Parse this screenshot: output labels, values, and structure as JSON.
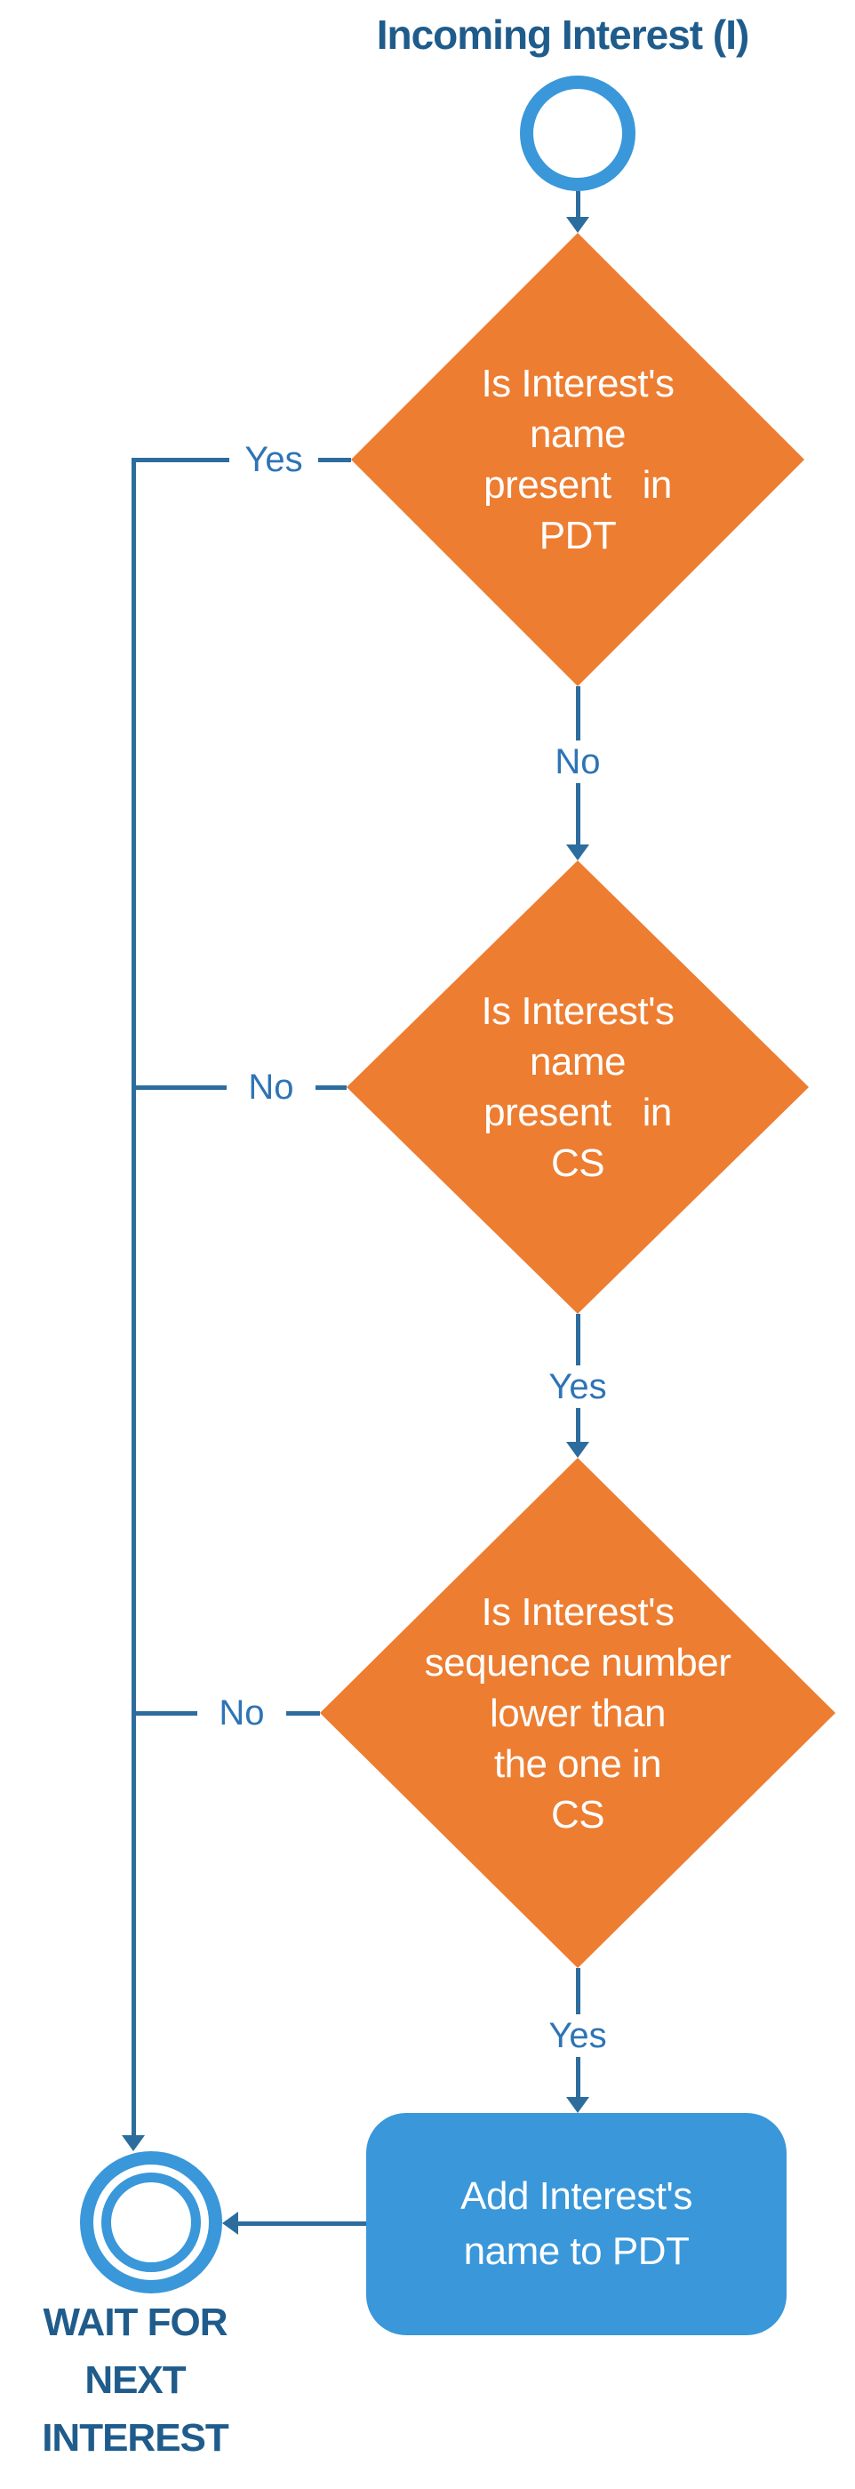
{
  "title": "Incoming Interest (I)",
  "colors": {
    "orange": "#ED7D31",
    "node-blue": "#3997DA",
    "edge-blue": "#2C6D9E",
    "label-blue": "#2E74B5",
    "dark-blue": "#1F5C8C"
  },
  "nodes": {
    "decision_pdt": {
      "label": "Is Interest's\nname\npresent   in\nPDT"
    },
    "decision_cs": {
      "label": "Is Interest's\nname\npresent   in\nCS"
    },
    "decision_seq": {
      "label": "Is Interest's\nsequence number\nlower than\nthe one in\nCS"
    },
    "action_add": {
      "label": "Add Interest's\nname to PDT"
    },
    "end": {
      "label": "WAIT FOR\nNEXT\nINTEREST"
    }
  },
  "edges": {
    "pdt_yes": "Yes",
    "pdt_no": "No",
    "cs_no": "No",
    "cs_yes": "Yes",
    "seq_no": "No",
    "seq_yes": "Yes"
  }
}
